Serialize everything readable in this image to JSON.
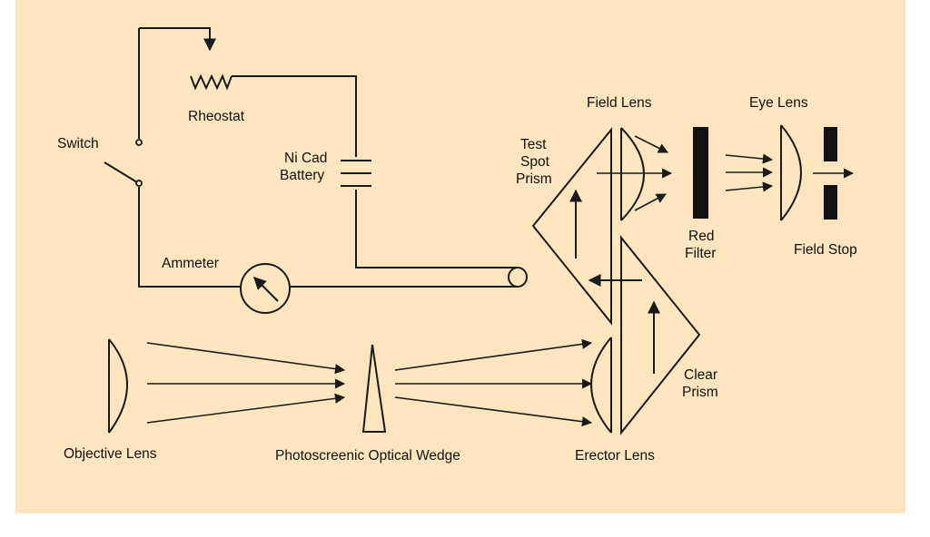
{
  "colors": {
    "background": "#FCE5BF",
    "ink": "#1a1a1a"
  },
  "labels": {
    "rheostat": "Rheostat",
    "switch": "Switch",
    "battery_line1": "Ni Cad",
    "battery_line2": "Battery",
    "ammeter": "Ammeter",
    "test_prism_line1": "Test",
    "test_prism_line2": "Spot",
    "test_prism_line3": "Prism",
    "field_lens": "Field Lens",
    "red_filter_line1": "Red",
    "red_filter_line2": "Filter",
    "eye_lens": "Eye Lens",
    "field_stop": "Field Stop",
    "clear_prism_line1": "Clear",
    "clear_prism_line2": "Prism",
    "objective_lens": "Objective Lens",
    "optical_wedge": "Photoscreenic Optical Wedge",
    "erector_lens": "Erector Lens"
  }
}
